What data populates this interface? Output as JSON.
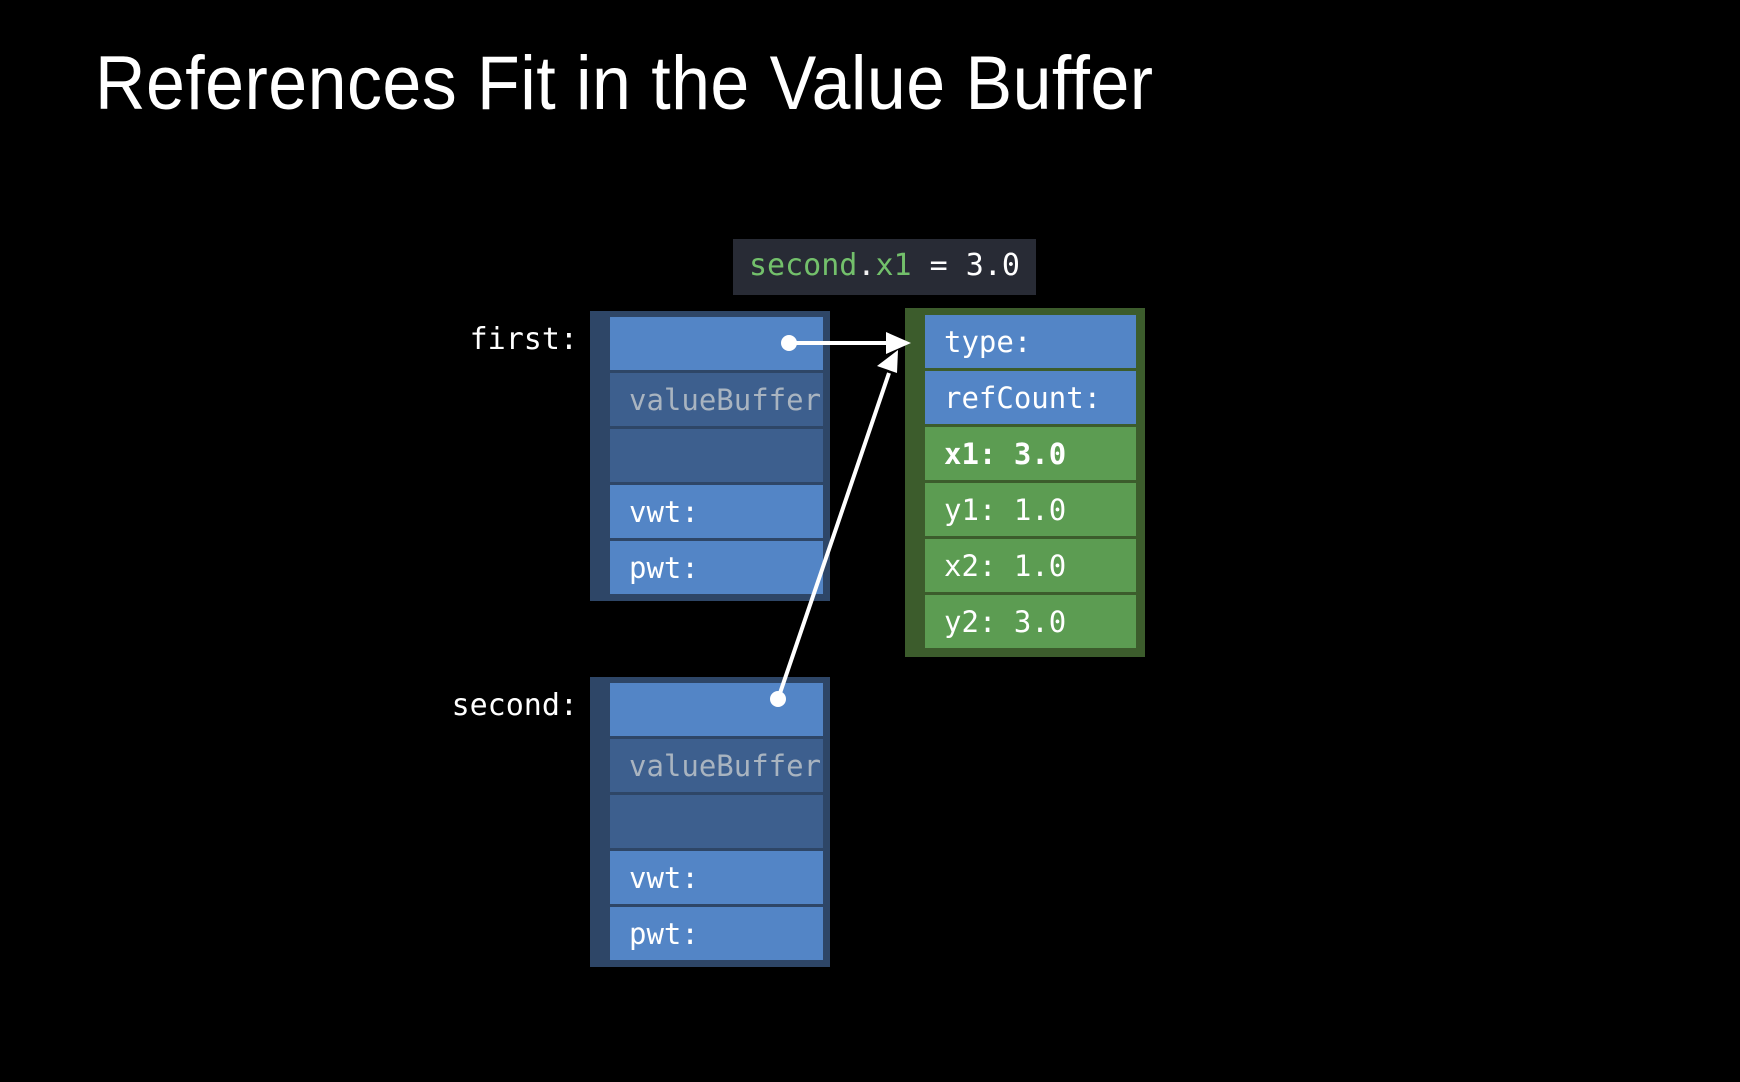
{
  "slide": {
    "title": "References Fit in the Value Buffer",
    "background_color": "#000000"
  },
  "code_badge": {
    "full_text": "second.x1 = 3.0",
    "tokens": {
      "object": "second",
      "dot": ".",
      "property": "x1",
      "operator": "=",
      "value": "3.0"
    },
    "background_color": "#282b35",
    "identifier_color": "#73c06b",
    "text_color": "#ffffff"
  },
  "colors": {
    "struct_border": "#2e4667",
    "cell_bright_blue": "#5385c6",
    "cell_dim_blue": "#3d5f8e",
    "heap_border": "#3c5c2c",
    "cell_green": "#5c9c52",
    "value_buffer_text": "#a9b4c0",
    "arrow": "#ffffff"
  },
  "structs": [
    {
      "label": "first:",
      "cells": [
        {
          "text": "",
          "style": "bright"
        },
        {
          "text": "valueBuffer",
          "style": "dim-label"
        },
        {
          "text": "",
          "style": "dim"
        },
        {
          "text": "vwt:",
          "style": "bright"
        },
        {
          "text": "pwt:",
          "style": "bright"
        }
      ]
    },
    {
      "label": "second:",
      "cells": [
        {
          "text": "",
          "style": "bright"
        },
        {
          "text": "valueBuffer",
          "style": "dim-label"
        },
        {
          "text": "",
          "style": "dim"
        },
        {
          "text": "vwt:",
          "style": "bright"
        },
        {
          "text": "pwt:",
          "style": "bright"
        }
      ]
    }
  ],
  "heap_object": {
    "cells": [
      {
        "text": "type:",
        "style": "header"
      },
      {
        "text": "refCount:",
        "style": "header"
      },
      {
        "text": "x1: 3.0",
        "style": "property",
        "highlight": true
      },
      {
        "text": "y1: 1.0",
        "style": "property",
        "highlight": false
      },
      {
        "text": "x2: 1.0",
        "style": "property",
        "highlight": false
      },
      {
        "text": "y2: 3.0",
        "style": "property",
        "highlight": false
      }
    ]
  },
  "arrows": [
    {
      "name": "first-to-heap",
      "from": "first.reference-cell",
      "to": "heap-object"
    },
    {
      "name": "second-to-heap",
      "from": "second.reference-cell",
      "to": "heap-object"
    }
  ]
}
